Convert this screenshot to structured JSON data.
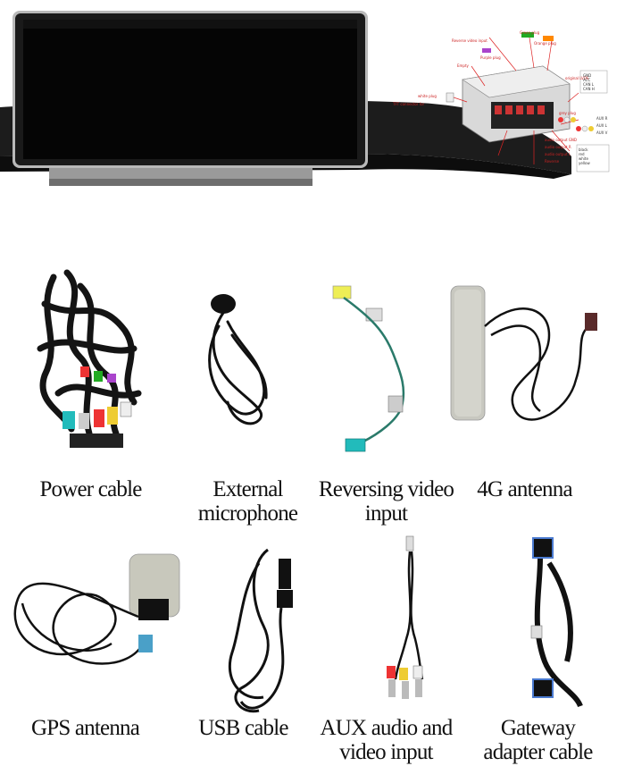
{
  "wiring": {
    "green_plug": "Green plug",
    "orange_plug": "Orange plug",
    "reverse_video_input": "Reverse video input",
    "purple_plug": "Purple plug",
    "empty": "Empty",
    "original_lvds": "original LVDS",
    "white_plug": "white plug",
    "tft_connector": "TFT connector for",
    "grey_plug": "grey plug",
    "gnd": "GND",
    "acc": "ACC",
    "can_l": "CAN L",
    "can_h": "CAN H",
    "aux_r": "AUX R",
    "aux_l": "AUX L",
    "aux_v": "AUX V",
    "audio_output_gnd": "audio output GND",
    "audio_output_r": "audio output R",
    "audio_output_l": "audio output L",
    "reverse": "Reverse",
    "black": "black",
    "red": "red",
    "white": "white",
    "yellow": "yellow"
  },
  "items": [
    {
      "label_lines": [
        "Power cable"
      ]
    },
    {
      "label_lines": [
        "External",
        "microphone"
      ]
    },
    {
      "label_lines": [
        "Reversing video",
        "input"
      ]
    },
    {
      "label_lines": [
        "4G antenna"
      ]
    },
    {
      "label_lines": [
        "GPS antenna"
      ]
    },
    {
      "label_lines": [
        "USB cable"
      ]
    },
    {
      "label_lines": [
        "AUX audio and",
        "video input"
      ]
    },
    {
      "label_lines": [
        "Gateway",
        "adapter cable"
      ]
    }
  ]
}
